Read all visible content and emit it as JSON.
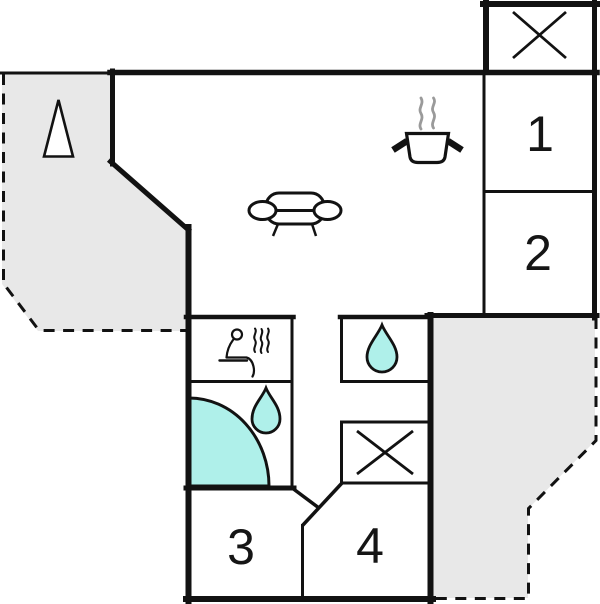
{
  "floorplan": {
    "rooms": [
      {
        "label": "1"
      },
      {
        "label": "2"
      },
      {
        "label": "3"
      },
      {
        "label": "4"
      }
    ],
    "symbols": {
      "north_arrow": 1,
      "cross_markers": 2,
      "water_drops": 2,
      "bathtub": 1,
      "sauna": 1,
      "sofa": 1,
      "cooking_pot": 1
    },
    "colors": {
      "water": "#aff0ea",
      "terrace": "#e8e8e8",
      "wall": "#121212",
      "steam": "#9a9a9a",
      "background": "#ffffff"
    }
  }
}
